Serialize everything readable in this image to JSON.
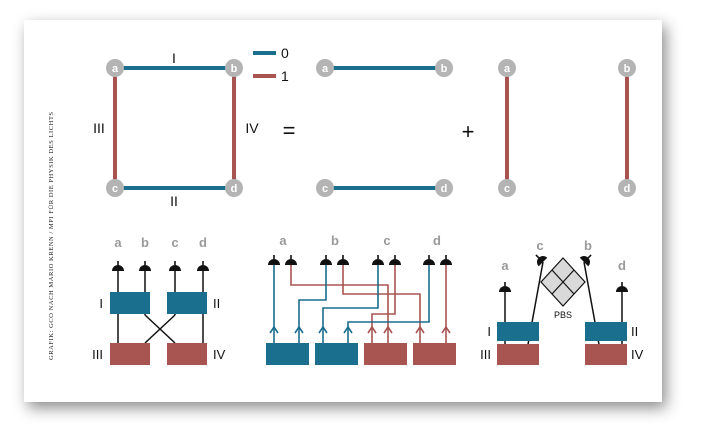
{
  "credit": "GRAFIK: GCO NACH MARIO KRENN / MPI FÜR DIE PHYSIK DES LICHTS",
  "legend": {
    "zero": "0",
    "one": "1",
    "color_zero": "#1a6e8e",
    "color_one": "#a85552"
  },
  "nodes": {
    "a": "a",
    "b": "b",
    "c": "c",
    "d": "d"
  },
  "edges": {
    "I": "I",
    "II": "II",
    "III": "III",
    "IV": "IV"
  },
  "operators": {
    "equals": "=",
    "plus": "+"
  },
  "pbs": "PBS",
  "colors": {
    "node_gray": "#b4b4b4",
    "label_gray": "#9a9a9a",
    "stroke": "#111111"
  }
}
